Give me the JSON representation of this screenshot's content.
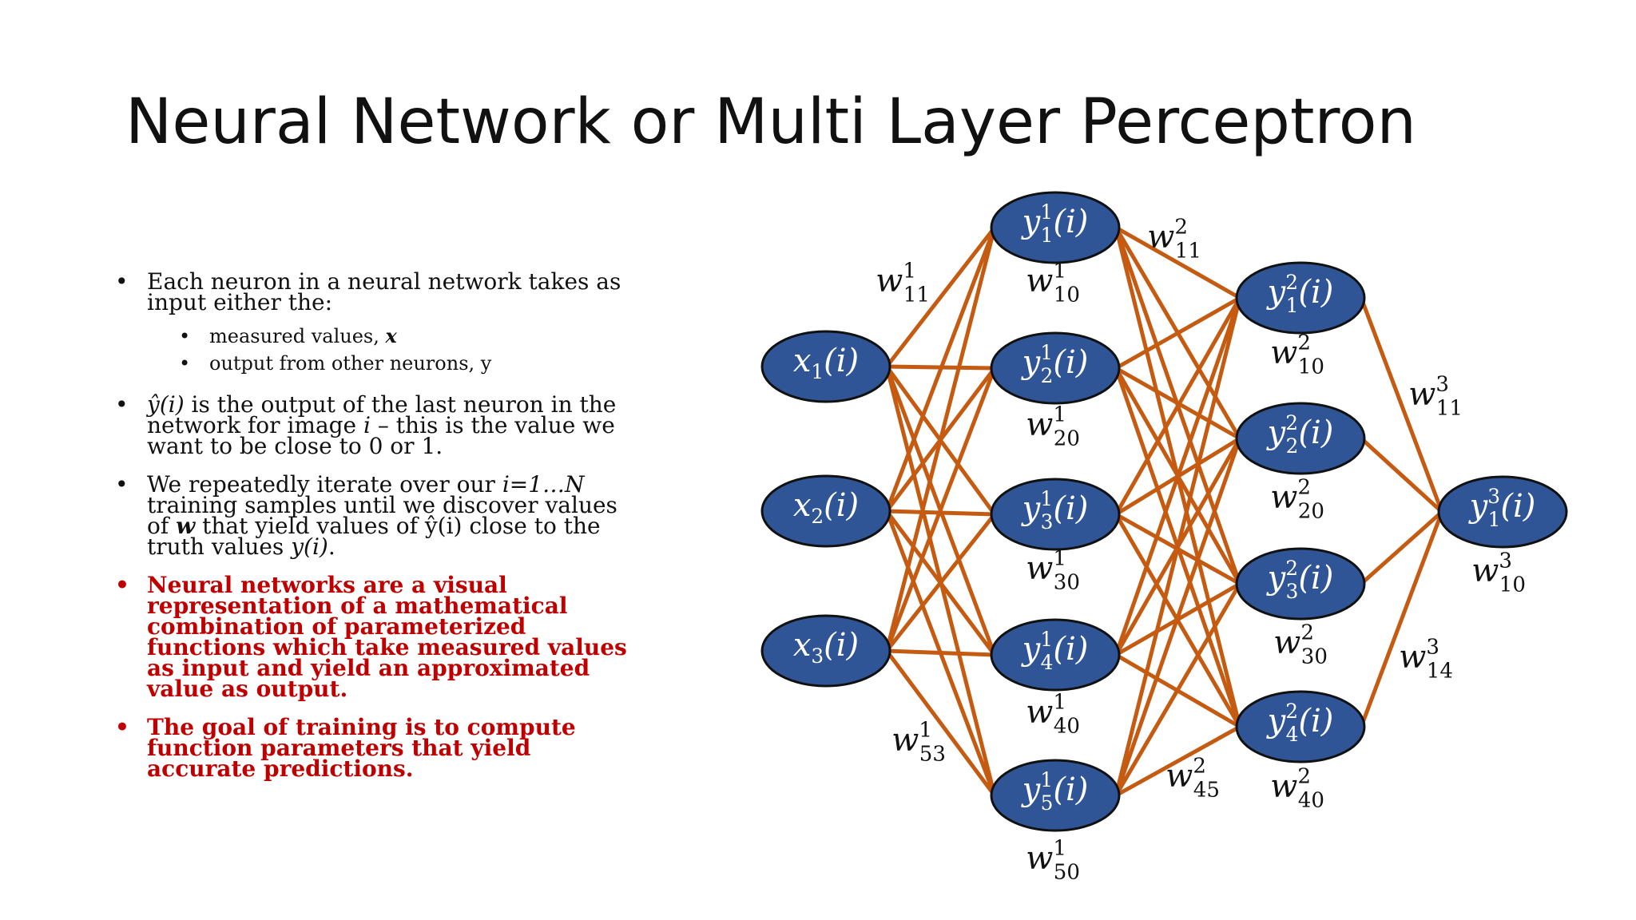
{
  "title": "Neural Network or Multi Layer Perceptron",
  "bullets": [
    {
      "text": "Each neuron in a neural network takes as input either the:",
      "sub": [
        "measured values, ",
        "output from other neurons, y"
      ],
      "sub_bold_italic": "x"
    },
    {
      "prefix": "ŷ(i)",
      "text_a": " is the output of the last neuron in the network for image ",
      "italic_i": "i",
      "text_b": " – this is the value we want to be close to 0 or 1."
    },
    {
      "text_a": "We repeatedly iterate over our ",
      "italic_range": "i=1…N",
      "text_b": " training samples until we discover values of ",
      "bold_w": "w",
      "text_c": " that yield values of ŷ(i) close to the truth values ",
      "italic_y": "y(i)",
      "text_d": "."
    },
    {
      "text": "Neural networks are a visual representation of a mathematical combination of parameterized functions which take measured values as input and yield an approximated value as output."
    },
    {
      "text": "The goal of training is to compute function parameters that yield accurate predictions."
    }
  ],
  "bullet_symbol": "•",
  "colors": {
    "node_fill": "#2f5597",
    "edge": "#c55a11",
    "emphasis_text": "#c00000"
  },
  "network": {
    "layers": [
      [
        "x",
        "1",
        "",
        "(i)"
      ],
      [
        "x",
        "2",
        "",
        "(i)"
      ],
      [
        "x",
        "3",
        "",
        "(i)"
      ]
    ],
    "input_nodes": [
      {
        "base": "x",
        "sub": "1",
        "sup": "",
        "tail": "(i)"
      },
      {
        "base": "x",
        "sub": "2",
        "sup": "",
        "tail": "(i)"
      },
      {
        "base": "x",
        "sub": "3",
        "sup": "",
        "tail": "(i)"
      }
    ],
    "hidden1_nodes": [
      {
        "base": "y",
        "sub": "1",
        "sup": "1",
        "tail": "(i)"
      },
      {
        "base": "y",
        "sub": "2",
        "sup": "1",
        "tail": "(i)"
      },
      {
        "base": "y",
        "sub": "3",
        "sup": "1",
        "tail": "(i)"
      },
      {
        "base": "y",
        "sub": "4",
        "sup": "1",
        "tail": "(i)"
      },
      {
        "base": "y",
        "sub": "5",
        "sup": "1",
        "tail": "(i)"
      }
    ],
    "hidden2_nodes": [
      {
        "base": "y",
        "sub": "1",
        "sup": "2",
        "tail": "(i)"
      },
      {
        "base": "y",
        "sub": "2",
        "sup": "2",
        "tail": "(i)"
      },
      {
        "base": "y",
        "sub": "3",
        "sup": "2",
        "tail": "(i)"
      },
      {
        "base": "y",
        "sub": "4",
        "sup": "2",
        "tail": "(i)"
      }
    ],
    "output_nodes": [
      {
        "base": "y",
        "sub": "1",
        "sup": "3",
        "tail": "(i)"
      }
    ],
    "weight_labels": [
      {
        "base": "w",
        "sub": "11",
        "sup": "1"
      },
      {
        "base": "w",
        "sub": "53",
        "sup": "1"
      },
      {
        "base": "w",
        "sub": "10",
        "sup": "1"
      },
      {
        "base": "w",
        "sub": "20",
        "sup": "1"
      },
      {
        "base": "w",
        "sub": "30",
        "sup": "1"
      },
      {
        "base": "w",
        "sub": "40",
        "sup": "1"
      },
      {
        "base": "w",
        "sub": "50",
        "sup": "1"
      },
      {
        "base": "w",
        "sub": "11",
        "sup": "2"
      },
      {
        "base": "w",
        "sub": "45",
        "sup": "2"
      },
      {
        "base": "w",
        "sub": "10",
        "sup": "2"
      },
      {
        "base": "w",
        "sub": "20",
        "sup": "2"
      },
      {
        "base": "w",
        "sub": "30",
        "sup": "2"
      },
      {
        "base": "w",
        "sub": "40",
        "sup": "2"
      },
      {
        "base": "w",
        "sub": "11",
        "sup": "3"
      },
      {
        "base": "w",
        "sub": "14",
        "sup": "3"
      },
      {
        "base": "w",
        "sub": "10",
        "sup": "3"
      }
    ]
  }
}
